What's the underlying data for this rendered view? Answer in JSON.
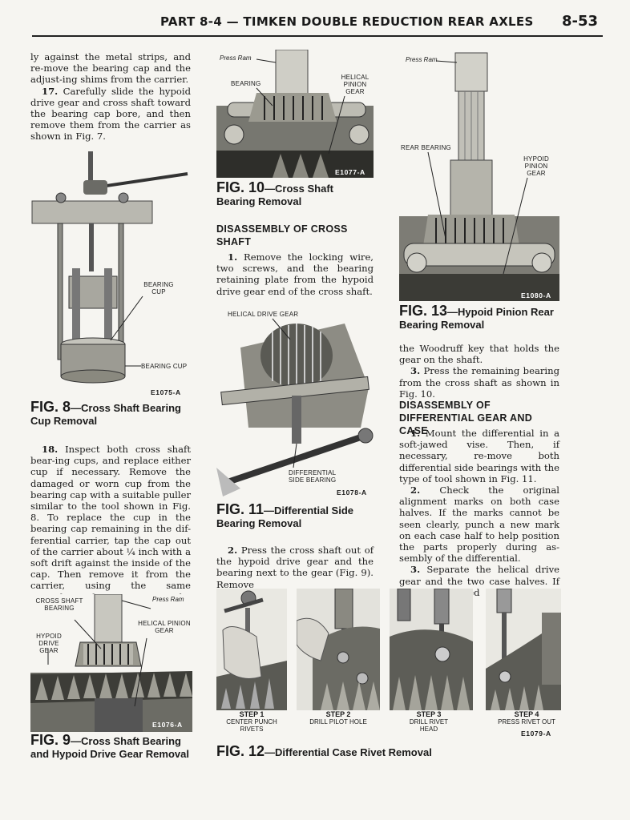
{
  "header": {
    "title": "PART 8-4 — TIMKEN DOUBLE REDUCTION REAR AXLES",
    "page_number": "8-53"
  },
  "col1": {
    "p1": "ly against the metal strips, and re-move the bearing cap and the adjust-ing shims from the carrier.",
    "p17_num": "17.",
    "p17": " Carefully slide the hypoid drive gear and cross shaft toward the bearing cap bore, and then remove them from the carrier as shown in Fig. 7.",
    "fig8": {
      "label_bearing_cup_1": "BEARING CUP",
      "label_bearing_cup_2": "BEARING CUP",
      "code": "E1075-A",
      "caption_fig": "FIG. 8",
      "caption_text": "—Cross Shaft Bearing Cup Removal"
    },
    "p18_num": "18.",
    "p18": " Inspect both cross shaft bear-ing cups, and replace either cup if necessary. Remove the damaged or worn cup from the bearing cap with a suitable puller similar to the tool shown in Fig. 8. To replace the cup in the bearing cap remaining in the dif-ferential carrier, tap the cap out of the carrier about ¼ inch with a soft drift against the inside of the cap. Then remove it from the carrier, using the same procedure for remov-ing the other cap.",
    "fig9": {
      "label_cross_shaft": "CROSS SHAFT BEARING",
      "label_press_ram": "Press Ram",
      "label_helical": "HELICAL PINION GEAR",
      "label_hypoid": "HYPOID DRIVE GEAR",
      "code": "E1076-A",
      "caption_fig": "FIG. 9",
      "caption_text": "—Cross Shaft Bearing and Hypoid Drive Gear Removal"
    }
  },
  "col2": {
    "fig10": {
      "label_press_ram": "Press Ram",
      "label_bearing": "BEARING",
      "label_helical": "HELICAL PINION GEAR",
      "code": "E1077-A",
      "caption_fig": "FIG. 10",
      "caption_text": "—Cross Shaft Bearing Removal"
    },
    "section_head": "DISASSEMBLY OF CROSS SHAFT",
    "p1_num": "1.",
    "p1": " Remove the locking wire, two screws, and the bearing retaining plate from the hypoid drive gear end of the cross shaft.",
    "fig11": {
      "label_helical_drive": "HELICAL DRIVE GEAR",
      "label_diff_side": "DIFFERENTIAL SIDE BEARING",
      "code": "E1078-A",
      "caption_fig": "FIG. 11",
      "caption_text": "—Differential Side Bearing Removal"
    },
    "p2_num": "2.",
    "p2": " Press the cross shaft out of the hypoid drive gear and the bearing next to the gear (Fig. 9). Remove"
  },
  "col3": {
    "fig13": {
      "label_press_ram": "Press Ram",
      "label_rear_bearing": "REAR BEARING",
      "label_hypoid_pinion": "HYPOID PINION GEAR",
      "code": "E1080-A",
      "caption_fig": "FIG. 13",
      "caption_text": "—Hypoid Pinion Rear Bearing Removal"
    },
    "p_cont": "the Woodruff key that holds the gear on the shaft.",
    "p3_num": "3.",
    "p3": " Press the remaining bearing from the cross shaft as shown in Fig. 10.",
    "section_head": "DISASSEMBLY OF DIFFERENTIAL GEAR AND CASE",
    "d1_num": "1.",
    "d1": " Mount the differential in a soft-jawed vise. Then, if necessary, re-move both differential side bearings with the type of tool shown in Fig. 11.",
    "d2_num": "2.",
    "d2": " Check the original alignment marks on both case halves. If the marks cannot be seen clearly, punch a new mark on each case half to help position the parts properly during as-sembly of the differential.",
    "d3_num": "3.",
    "d3": " Separate the helical drive gear and the two case halves. If rivets are used to hold these parts together,"
  },
  "fig12": {
    "steps": [
      {
        "step": "STEP 1",
        "desc": "CENTER PUNCH RIVETS"
      },
      {
        "step": "STEP 2",
        "desc": "DRILL PILOT HOLE"
      },
      {
        "step": "STEP 3",
        "desc": "DRILL RIVET HEAD"
      },
      {
        "step": "STEP 4",
        "desc": "PRESS RIVET OUT"
      }
    ],
    "code": "E1079-A",
    "caption_fig": "FIG. 12",
    "caption_text": "—Differential Case Rivet Removal"
  }
}
